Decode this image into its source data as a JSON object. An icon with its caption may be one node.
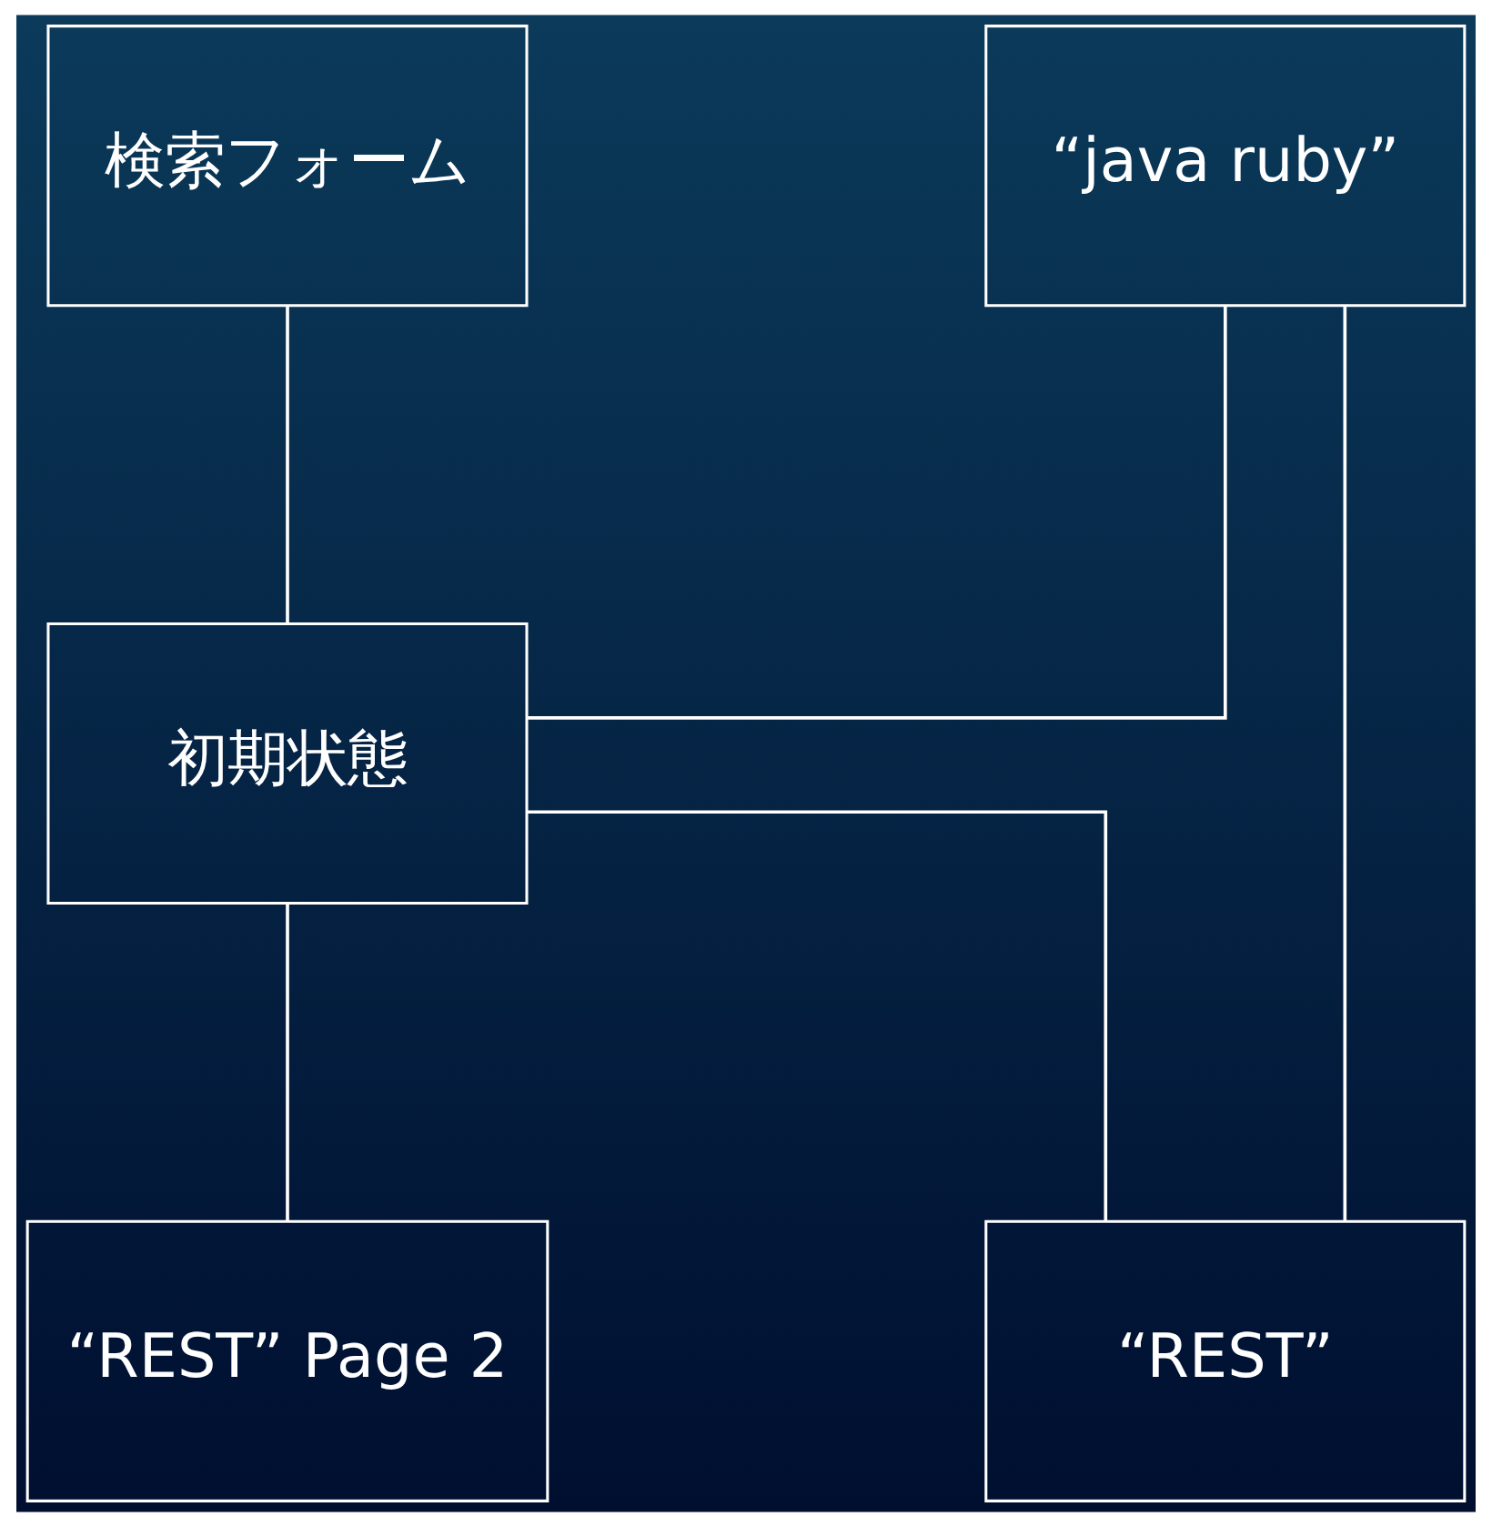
{
  "diagram": {
    "nodes": [
      {
        "text": [
          "検索フォーム"
        ]
      },
      {
        "text": [
          "“java ruby”"
        ]
      },
      {
        "text": [
          "初期状態"
        ]
      },
      {
        "text": [
          "“REST” Page 2"
        ]
      },
      {
        "text": [
          "“REST”"
        ]
      }
    ],
    "edges": [
      {
        "from": 0,
        "to": 2,
        "arrow": "none"
      },
      {
        "from": 1,
        "to": 4,
        "arrow": "none"
      },
      {
        "from": 2,
        "to": 1,
        "arrow": "none"
      },
      {
        "from": 2,
        "to": 4,
        "arrow": "none"
      },
      {
        "from": 2,
        "to": 3,
        "arrow": "none"
      }
    ]
  }
}
